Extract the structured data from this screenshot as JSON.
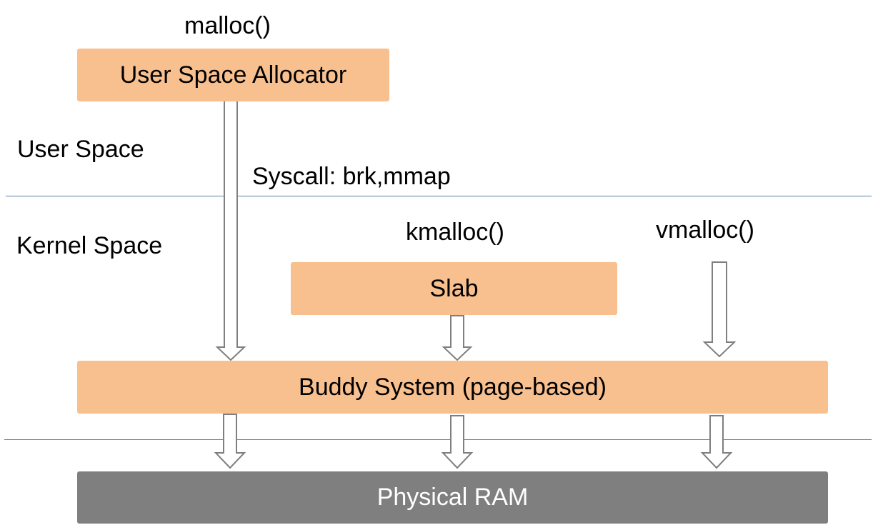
{
  "labels": {
    "malloc": "malloc()",
    "user_space": "User Space",
    "syscall": "Syscall: brk,mmap",
    "kernel_space": "Kernel Space",
    "kmalloc": "kmalloc()",
    "vmalloc": "vmalloc()"
  },
  "boxes": {
    "user_space_allocator": "User Space Allocator",
    "slab": "Slab",
    "buddy_system": "Buddy System (page-based)",
    "physical_ram": "Physical RAM"
  },
  "colors": {
    "box_fill": "#f8c08f",
    "ram_fill": "#7f7f7f",
    "divider": "#5b7ea6",
    "arrow_stroke": "#7f7f7f"
  }
}
